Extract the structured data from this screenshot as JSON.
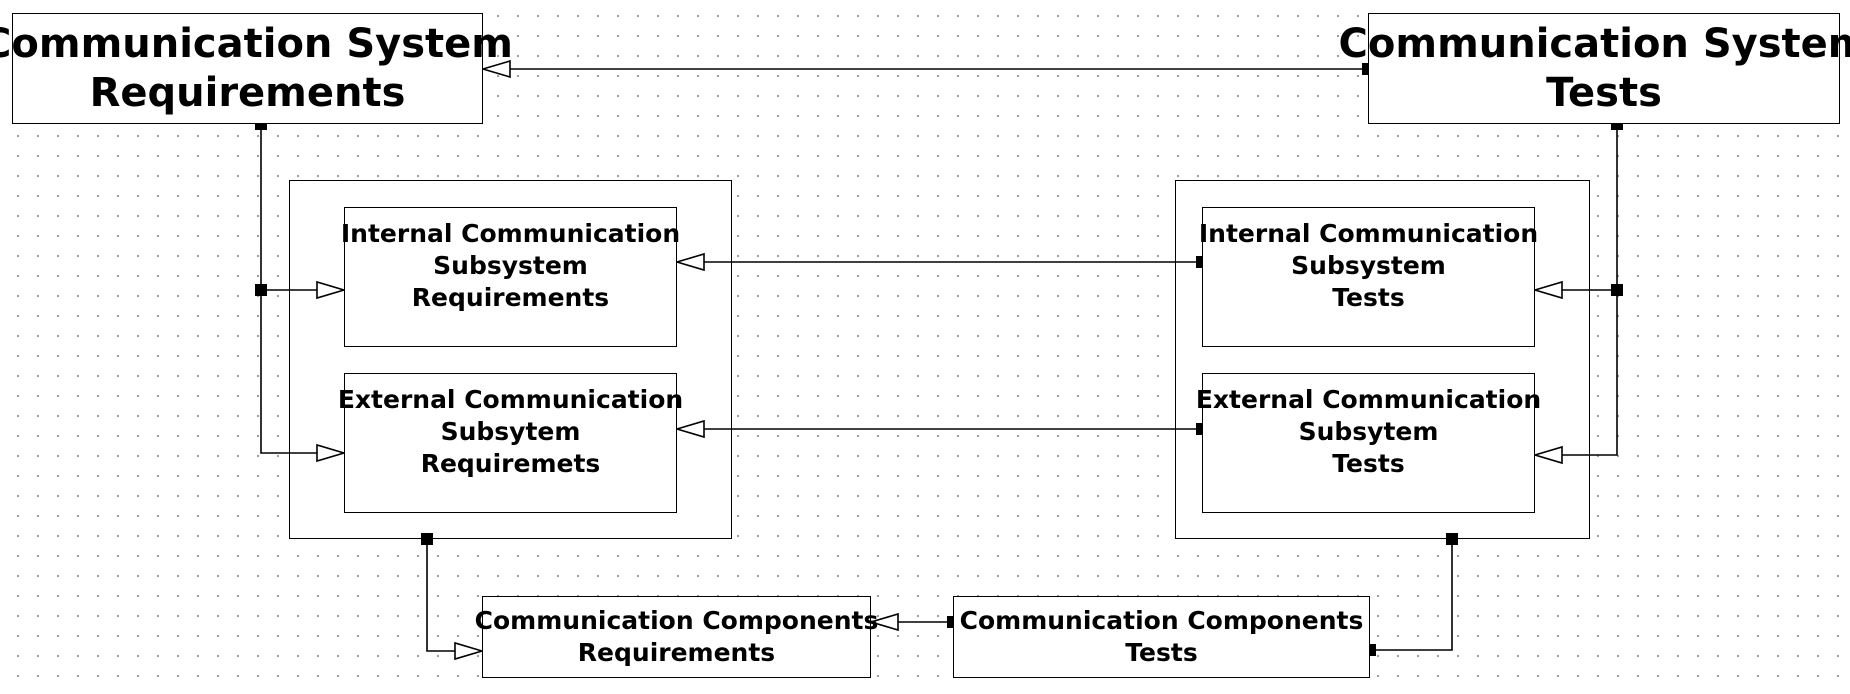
{
  "diagram": {
    "boxes": {
      "comm_system_requirements": [
        "Communication System",
        "Requirements"
      ],
      "comm_system_tests": [
        "Communication System",
        "Tests"
      ],
      "internal_subsystem_requirements": [
        "Internal Communication",
        "Subsystem",
        "Requirements"
      ],
      "external_subsystem_requirements": [
        "External Communication",
        "Subsytem",
        "Requiremets"
      ],
      "internal_subsystem_tests": [
        "Internal Communication",
        "Subsystem",
        "Tests"
      ],
      "external_subsystem_tests": [
        "External Communication",
        "Subsytem",
        "Tests"
      ],
      "components_requirements": [
        "Communication Components",
        "Requirements"
      ],
      "components_tests": [
        "Communication Components",
        "Tests"
      ]
    },
    "connectors": [
      {
        "from": "comm_system_tests",
        "to": "comm_system_requirements",
        "arrowhead": "hollow-triangle"
      },
      {
        "from": "comm_system_requirements",
        "to": "internal_subsystem_requirements",
        "arrowhead": "hollow-triangle"
      },
      {
        "from": "comm_system_requirements",
        "to": "external_subsystem_requirements",
        "arrowhead": "hollow-triangle"
      },
      {
        "from": "internal_subsystem_tests",
        "to": "internal_subsystem_requirements",
        "arrowhead": "hollow-triangle"
      },
      {
        "from": "external_subsystem_tests",
        "to": "external_subsystem_requirements",
        "arrowhead": "hollow-triangle"
      },
      {
        "from": "comm_system_tests",
        "to": "internal_subsystem_tests",
        "arrowhead": "hollow-triangle"
      },
      {
        "from": "comm_system_tests",
        "to": "external_subsystem_tests",
        "arrowhead": "hollow-triangle"
      },
      {
        "from": "requirements_subsystem_group",
        "to": "components_requirements",
        "arrowhead": "hollow-triangle"
      },
      {
        "from": "components_tests",
        "to": "components_requirements",
        "arrowhead": "hollow-triangle"
      },
      {
        "from": "tests_subsystem_group",
        "to": "components_tests",
        "arrowhead": "none"
      }
    ],
    "colors": {
      "stroke": "#000000",
      "fill": "#ffffff",
      "grid_dot": "#9a9a9a"
    }
  }
}
